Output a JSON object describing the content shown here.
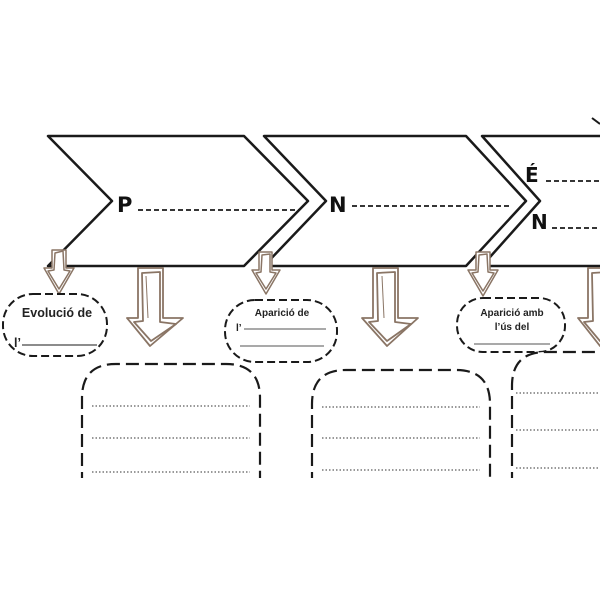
{
  "worksheet": {
    "chevrons": [
      {
        "letter": "P"
      },
      {
        "letter": "N"
      },
      {
        "letter": "É"
      },
      {
        "letter": "N"
      }
    ],
    "bubbles": [
      {
        "line1": "Evolució de",
        "line2": "l’"
      },
      {
        "line1": "Aparició de",
        "line2": "l’"
      },
      {
        "line1": "Aparició amb",
        "line2": "l’ús del"
      }
    ]
  },
  "colors": {
    "outline": "#1a1a1a",
    "arrow_fill": "#ffffff",
    "arrow_stroke": "#8a7565"
  }
}
